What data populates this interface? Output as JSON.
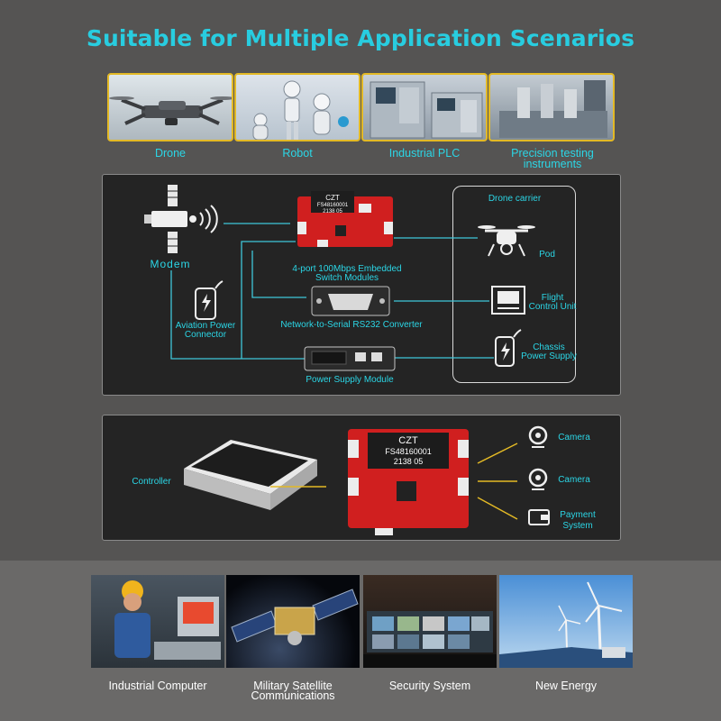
{
  "title": "Suitable for Multiple Application Scenarios",
  "scenarios": [
    {
      "label": "Drone"
    },
    {
      "label": "Robot"
    },
    {
      "label": "Industrial PLC"
    },
    {
      "label": "Precision testing instruments"
    }
  ],
  "diagram1": {
    "modem": "Modem",
    "switch_module": "4-port 100Mbps Embedded Switch Modules",
    "board_brand": "CZT",
    "board_model": "FS48160001",
    "board_batch": "2138 05",
    "aviation": "Aviation Power Connector",
    "serial": "Network-to-Serial RS232 Converter",
    "power": "Power Supply Module",
    "carrier": "Drone carrier",
    "pod": "Pod",
    "flight": "Flight Control Unit",
    "chassis": "Chassis Power Supply"
  },
  "diagram2": {
    "controller": "Controller",
    "camera1": "Camera",
    "camera2": "Camera",
    "payment": "Payment System",
    "board_brand": "CZT",
    "board_model": "FS48160001",
    "board_batch": "2138 05"
  },
  "applications": [
    {
      "label": "Industrial Computer"
    },
    {
      "label": "Military Satellite Communications"
    },
    {
      "label": "Security System"
    },
    {
      "label": "New Energy"
    }
  ],
  "colors": {
    "accent": "#28cde0",
    "line": "#3fc6d9",
    "frame": "#e3b925",
    "board": "#d01f1f"
  }
}
